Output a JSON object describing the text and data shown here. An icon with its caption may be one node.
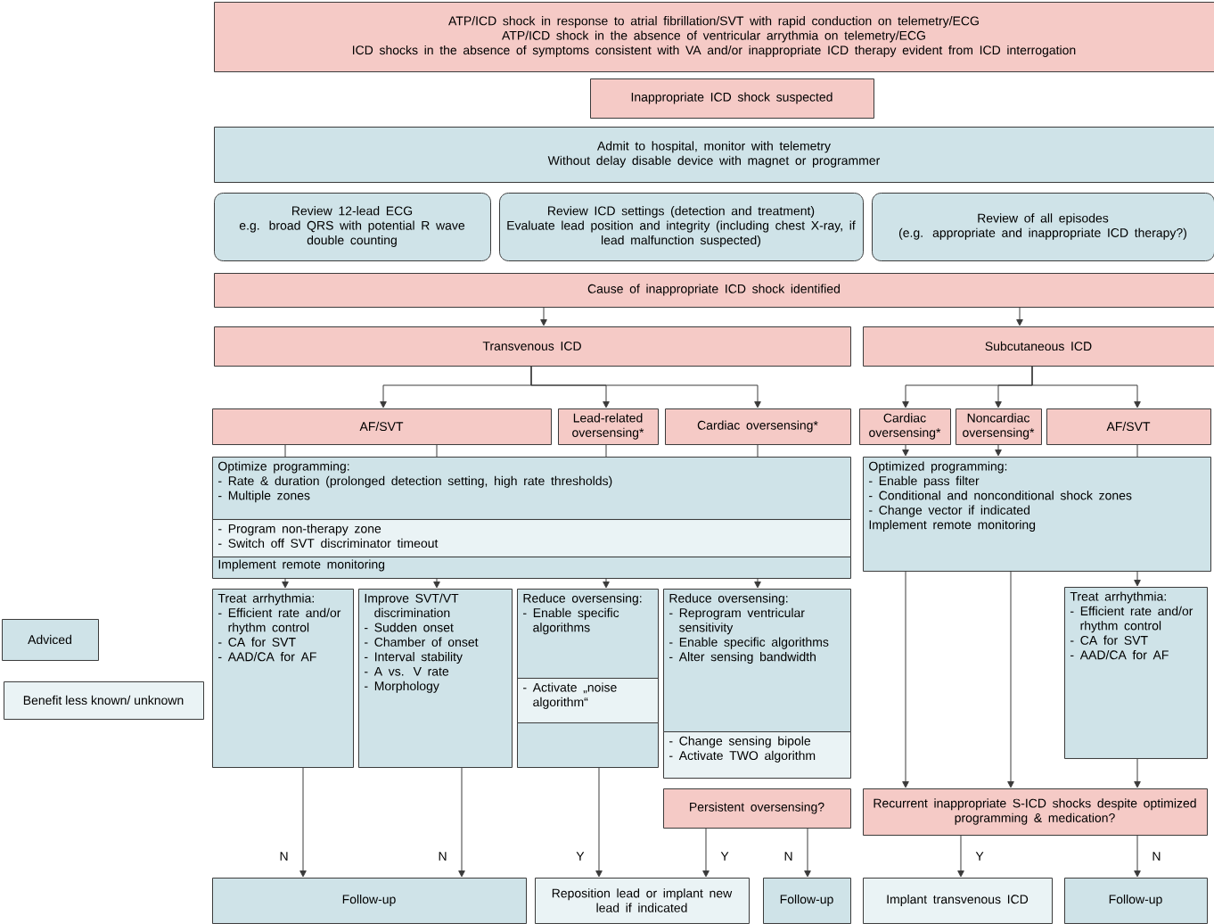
{
  "diagram": {
    "nodes": [
      {
        "text": [
          "ATP/ICD shock in response to atrial fibrillation/SVT with rapid conduction on telemetry/ECG",
          "ATP/ICD shock in the absence of ventricular arrythmia on telemetry/ECG",
          "ICD shocks in the absence of symptoms consistent with VA and/or inappropriate ICD therapy evident from ICD interrogation"
        ]
      },
      {
        "text": [
          "Inappropriate ICD shock suspected"
        ]
      },
      {
        "text": [
          "Admit to hospital, monitor with telemetry",
          "Without delay disable device with magnet or programmer"
        ]
      },
      {
        "text": [
          "Review 12-lead ECG",
          "e.g. broad QRS with potential R wave double counting"
        ]
      },
      {
        "text": [
          "Review ICD settings (detection and treatment)",
          "Evaluate lead position and integrity (including chest X-ray, if lead malfunction suspected)"
        ]
      },
      {
        "text": [
          "Review of all episodes",
          "(e.g. appropriate and inappropriate ICD therapy?)"
        ]
      },
      {
        "text": [
          "Cause of inappropriate ICD shock identified"
        ]
      },
      {
        "text": [
          "Transvenous ICD"
        ]
      },
      {
        "text": [
          "Subcutaneous ICD"
        ]
      },
      {
        "text": [
          "AF/SVT"
        ]
      },
      {
        "text": [
          "Lead-related oversensing*"
        ]
      },
      {
        "text": [
          "Cardiac oversensing*"
        ]
      },
      {
        "text": [
          "Cardiac oversensing*"
        ]
      },
      {
        "text": [
          "Noncardiac oversensing*"
        ]
      },
      {
        "text": [
          "AF/SVT"
        ]
      },
      {
        "text": [
          "Optimize programming:",
          "- Rate & duration (prolonged detection setting, high rate thresholds)",
          "- Multiple zones"
        ]
      },
      {
        "text": [
          "- Program non-therapy zone",
          "- Switch off SVT discriminator timeout"
        ]
      },
      {
        "text": [
          "Implement remote monitoring"
        ]
      },
      {
        "text": [
          "Optimized programming:",
          "- Enable pass filter",
          "- Conditional and nonconditional shock zones",
          "- Change vector if indicated",
          "Implement remote monitoring"
        ]
      },
      {
        "text": [
          "Treat arrhythmia:",
          "- Efficient rate and/or rhythm control",
          "- CA for SVT",
          "- AAD/CA for AF"
        ]
      },
      {
        "text": [
          "Improve SVT/VT discrimination",
          "- Sudden onset",
          "- Chamber of onset",
          "- Interval stability",
          "- A vs. V rate",
          "- Morphology"
        ]
      },
      {
        "text": [
          "Reduce oversensing:",
          "- Enable specific algorithms"
        ]
      },
      {
        "text": [
          "- Activate „noise algorithm“"
        ],
        "in": 21
      },
      {
        "text": [
          "Reduce oversensing:",
          "- Reprogram ventricular sensitivity",
          "- Enable specific algorithms",
          "- Alter sensing bandwidth"
        ]
      },
      {
        "text": [
          "- Change sensing bipole",
          "- Activate TWO algorithm"
        ]
      },
      {
        "text": [
          "Persistent oversensing?"
        ]
      },
      {
        "text": [
          "Treat arrhythmia:",
          "- Efficient rate and/or rhythm control",
          "- CA for SVT",
          "- AAD/CA for AF"
        ]
      },
      {
        "text": [
          "Recurrent inappropriate S-ICD shocks despite optimized programming & medication?"
        ]
      },
      {
        "text": [
          "Follow-up"
        ]
      },
      {
        "text": [
          "Reposition lead or implant new lead if indicated"
        ]
      },
      {
        "text": [
          "Follow-up"
        ]
      },
      {
        "text": [
          "Implant transvenous ICD"
        ]
      },
      {
        "text": [
          "Follow-up"
        ]
      }
    ],
    "edges": [
      {
        "from": 6,
        "to": 7,
        "arrow": "to"
      },
      {
        "from": 6,
        "to": 8,
        "arrow": "to"
      },
      {
        "from": 7,
        "to": 9,
        "arrow": "to"
      },
      {
        "from": 7,
        "to": 10,
        "arrow": "to"
      },
      {
        "from": 7,
        "to": 11,
        "arrow": "to"
      },
      {
        "from": 8,
        "to": 12,
        "arrow": "to"
      },
      {
        "from": 8,
        "to": 13,
        "arrow": "to"
      },
      {
        "from": 8,
        "to": 14,
        "arrow": "to"
      },
      {
        "from": 9,
        "to": 15,
        "arrow": "none"
      },
      {
        "from": 9,
        "to": 15,
        "arrow": "none"
      },
      {
        "from": 10,
        "to": 15,
        "arrow": "none"
      },
      {
        "from": 11,
        "to": 15,
        "arrow": "none"
      },
      {
        "from": 17,
        "to": 19,
        "arrow": "to"
      },
      {
        "from": 17,
        "to": 20,
        "arrow": "to"
      },
      {
        "from": 17,
        "to": 21,
        "arrow": "to"
      },
      {
        "from": 17,
        "to": 23,
        "arrow": "to"
      },
      {
        "from": 12,
        "to": 18,
        "arrow": "to"
      },
      {
        "from": 13,
        "to": 18,
        "arrow": "to"
      },
      {
        "from": 14,
        "to": 18,
        "arrow": "none"
      },
      {
        "from": 18,
        "to": 27,
        "arrow": "to"
      },
      {
        "from": 18,
        "to": 27,
        "arrow": "to"
      },
      {
        "from": 18,
        "to": 26,
        "arrow": "to"
      },
      {
        "from": 19,
        "to": 28,
        "arrow": "to",
        "label": "N"
      },
      {
        "from": 20,
        "to": 28,
        "arrow": "to",
        "label": "N"
      },
      {
        "from": 21,
        "to": 29,
        "arrow": "to",
        "label": "Y"
      },
      {
        "from": 25,
        "to": 29,
        "arrow": "to",
        "label": "Y"
      },
      {
        "from": 25,
        "to": 30,
        "arrow": "to",
        "label": "N"
      },
      {
        "from": 27,
        "to": 31,
        "arrow": "to",
        "label": "Y"
      },
      {
        "from": 26,
        "to": 27,
        "arrow": "to"
      },
      {
        "from": 27,
        "to": 32,
        "arrow": "to",
        "label": "N"
      }
    ],
    "legend": [
      {
        "text": "Adviced",
        "color": "#cfe3e8"
      },
      {
        "text": "Benefit less known/ unknown",
        "color": "#eaf3f5"
      }
    ]
  }
}
